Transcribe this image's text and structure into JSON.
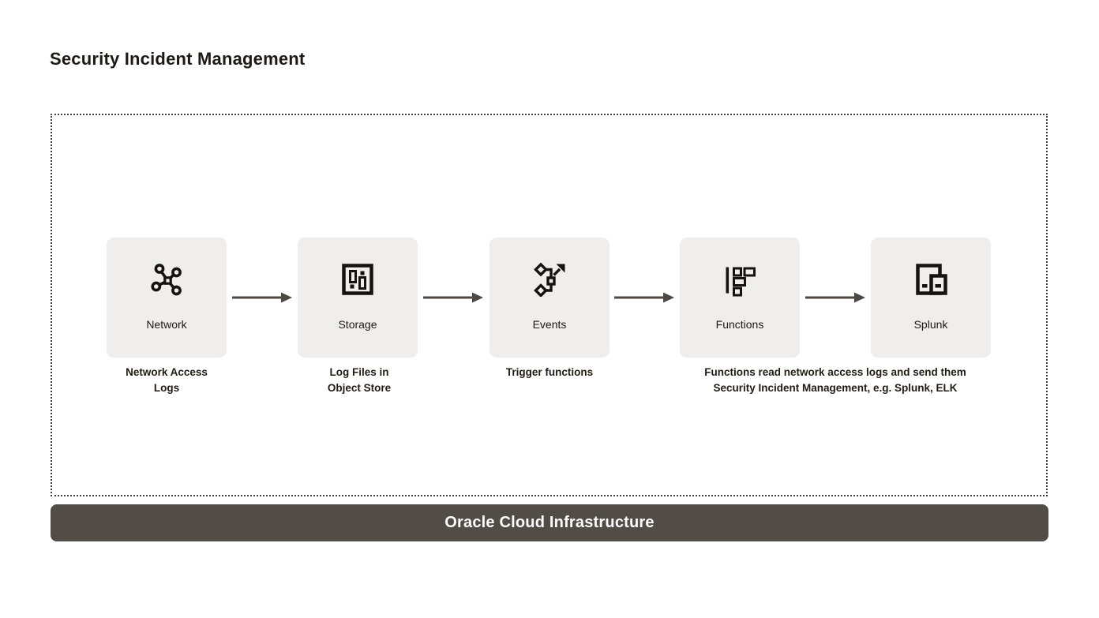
{
  "title": "Security Incident Management",
  "nodes": [
    {
      "label": "Network",
      "icon": "network-icon"
    },
    {
      "label": "Storage",
      "icon": "storage-icon"
    },
    {
      "label": "Events",
      "icon": "events-icon"
    },
    {
      "label": "Functions",
      "icon": "functions-icon"
    },
    {
      "label": "Splunk",
      "icon": "splunk-icon"
    }
  ],
  "captions": [
    {
      "text": "Network Access\nLogs"
    },
    {
      "text": "Log Files in\nObject Store"
    },
    {
      "text": "Trigger functions"
    },
    {
      "text": "Functions read network access logs and send them\nSecurity Incident Management, e.g. Splunk, ELK"
    }
  ],
  "banner": {
    "label": "Oracle Cloud Infrastructure"
  },
  "colors": {
    "node_background": "#efeeec",
    "icon": "#16130f",
    "arrow": "#4d4742",
    "dotted_border": "#45403b",
    "banner_background": "#514c46",
    "banner_text": "#ffffff",
    "text": "#1d1915"
  }
}
